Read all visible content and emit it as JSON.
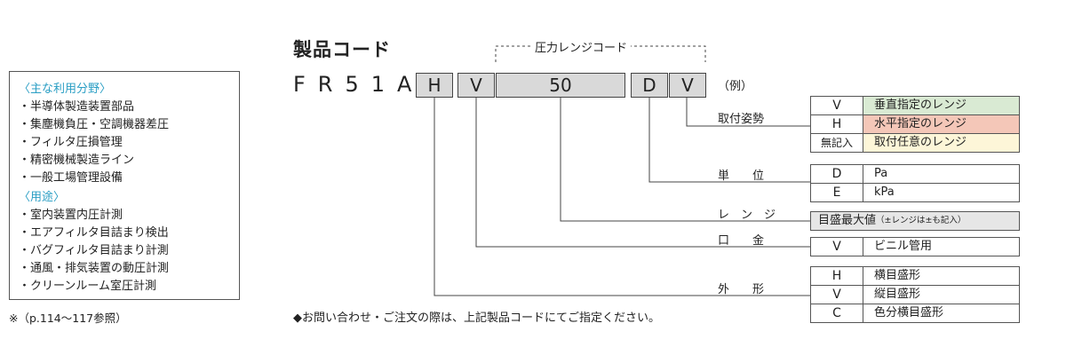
{
  "usage": {
    "category1": "〈主な利用分野〉",
    "items1": [
      "・半導体製造装置部品",
      "・集塵機負圧・空調機器差圧",
      "・フィルタ圧損管理",
      "・精密機械製造ライン",
      "・一般工場管理設備"
    ],
    "category2": "〈用途〉",
    "items2": [
      "・室内装置内圧計測",
      "・エアフィルタ目詰まり検出",
      "・バグフィルタ目詰まり計測",
      "・通風・排気装置の動圧計測",
      "・クリーンルーム室圧計測"
    ],
    "ref": "※（p.114〜117参照）"
  },
  "header": {
    "title": "製品コード",
    "model": "FR51A",
    "codes": [
      "H",
      "V",
      "50",
      "D",
      "V"
    ],
    "range_label": "圧力レンジコード",
    "example": "（例）"
  },
  "fields": {
    "mounting": {
      "label": "取付姿勢",
      "rows": [
        {
          "key": "V",
          "value": "垂直指定のレンジ",
          "color": "#d9ead3"
        },
        {
          "key": "H",
          "value": "水平指定のレンジ",
          "color": "#f4c7b8"
        },
        {
          "key": "無記入",
          "value": "取付任意のレンジ",
          "color": "#fdf6d8"
        }
      ]
    },
    "unit": {
      "label": "単　　位",
      "rows": [
        {
          "key": "D",
          "value": "Pa"
        },
        {
          "key": "E",
          "value": "kPa"
        }
      ]
    },
    "range": {
      "label": "レ　ン　ジ",
      "text": "目盛最大値",
      "note": "（±レンジは±も記入）"
    },
    "port": {
      "label": "口　　金",
      "rows": [
        {
          "key": "V",
          "value": "ビニル管用"
        }
      ]
    },
    "shape": {
      "label": "外　　形",
      "rows": [
        {
          "key": "H",
          "value": "横目盛形"
        },
        {
          "key": "V",
          "value": "縦目盛形"
        },
        {
          "key": "C",
          "value": "色分横目盛形"
        }
      ]
    }
  },
  "footnote": "◆お問い合わせ・ご注文の際は、上記製品コードにてご指定ください。",
  "colors": {
    "code_bg": "#d9d9d9",
    "category": "#2a9ec4"
  }
}
